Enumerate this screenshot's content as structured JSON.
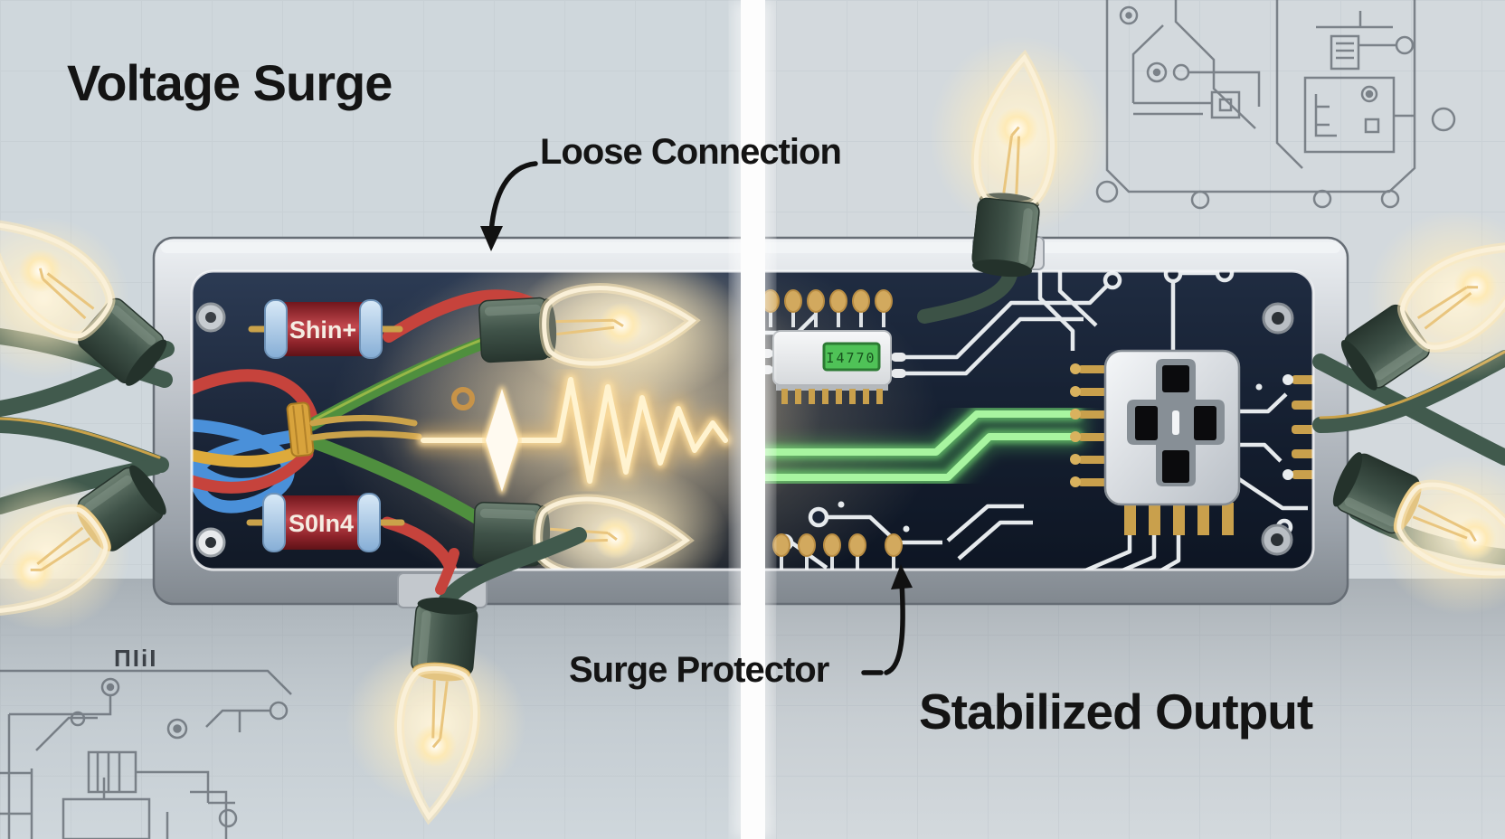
{
  "scene": {
    "description": "Split 3D illustration of a power strip: chaotic wiring with a voltage surge on the left, surge-protected circuit board with stabilized output on the right"
  },
  "labels": {
    "left_title": "Voltage Surge",
    "right_title": "Stabilized Output",
    "annotation_left": "Loose Connection",
    "annotation_right": "Surge Protector"
  },
  "components": {
    "fuse_top_label": "Shin+",
    "fuse_bottom_label": "S0In4",
    "chip_display_text": "I4770",
    "sketch_caption": "ΠIiI"
  },
  "colors": {
    "background": "#cfd7dc",
    "grid_line": "#c2cad0",
    "divider": "#ffffff",
    "frame_silver": "#c6cbd1",
    "panel_navy": "#1a2436",
    "wire_red": "#c6433c",
    "wire_blue": "#4a90d9",
    "wire_yellow": "#ddaa3b",
    "wire_green": "#4f8f3e",
    "cable_dark_green": "#415a4d",
    "glow_warm": "#ffe9b8",
    "trace_white": "#e6eaed",
    "trace_green_glow": "#8df08a",
    "gold": "#c9a04c",
    "fuse_red": "#9c2a30",
    "fuse_cap_blue": "#a9c9e9",
    "display_green": "#4fc257",
    "annotation_ink": "#111111"
  }
}
